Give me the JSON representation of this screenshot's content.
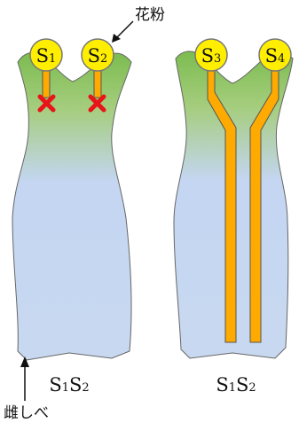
{
  "labels": {
    "pollen": "花粉",
    "pistil": "雌しべ"
  },
  "pistils": [
    {
      "genotype": {
        "a": "S",
        "a_sub": "1",
        "b": "S",
        "b_sub": "2"
      },
      "pollen": [
        {
          "letter": "S",
          "sub": "1",
          "tube": "blocked"
        },
        {
          "letter": "S",
          "sub": "2",
          "tube": "blocked"
        }
      ]
    },
    {
      "genotype": {
        "a": "S",
        "a_sub": "1",
        "b": "S",
        "b_sub": "2"
      },
      "pollen": [
        {
          "letter": "S",
          "sub": "3",
          "tube": "grows"
        },
        {
          "letter": "S",
          "sub": "4",
          "tube": "grows"
        }
      ]
    }
  ],
  "colors": {
    "pistil_top": "#7cbc50",
    "pistil_bottom": "#c4d6f2",
    "pollen_fill": "#ffee00",
    "pollen_stroke": "#777777",
    "tube_fill": "#ffaa00",
    "tube_stroke": "#555555",
    "block_mark": "#e8141a"
  }
}
